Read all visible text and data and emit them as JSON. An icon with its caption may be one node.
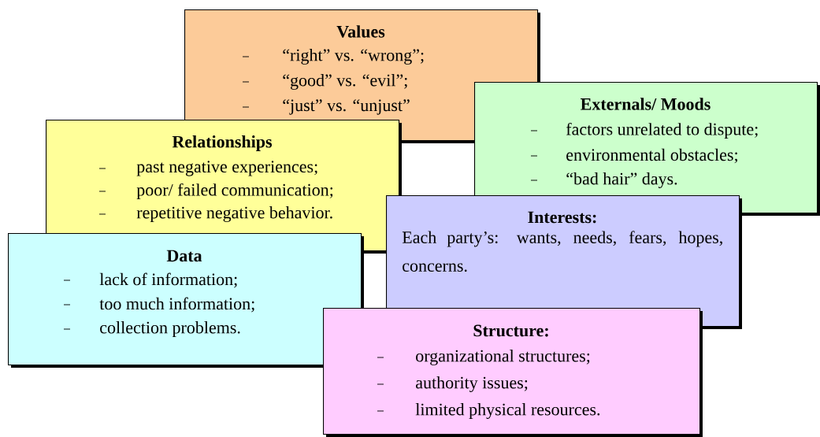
{
  "diagram": {
    "nodes": [
      {
        "text": [
          "Values",
          "“right” vs. “wrong”;",
          "“good” vs. “evil”;",
          "“just” vs. “unjust”"
        ]
      },
      {
        "text": [
          "Externals/ Moods",
          "factors unrelated to dispute;",
          "environmental obstacles;",
          "“bad hair” days."
        ]
      },
      {
        "text": [
          "Relationships",
          "past negative experiences;",
          "poor/ failed communication;",
          "repetitive negative behavior."
        ]
      },
      {
        "text": [
          "Interests:",
          "Each party’s: wants, needs, fears, hopes, concerns."
        ]
      },
      {
        "text": [
          "Data",
          "lack of information;",
          "too much information;",
          "collection problems."
        ]
      },
      {
        "text": [
          "Structure:",
          "organizational structures;",
          "authority issues;",
          "limited physical resources."
        ]
      }
    ]
  }
}
